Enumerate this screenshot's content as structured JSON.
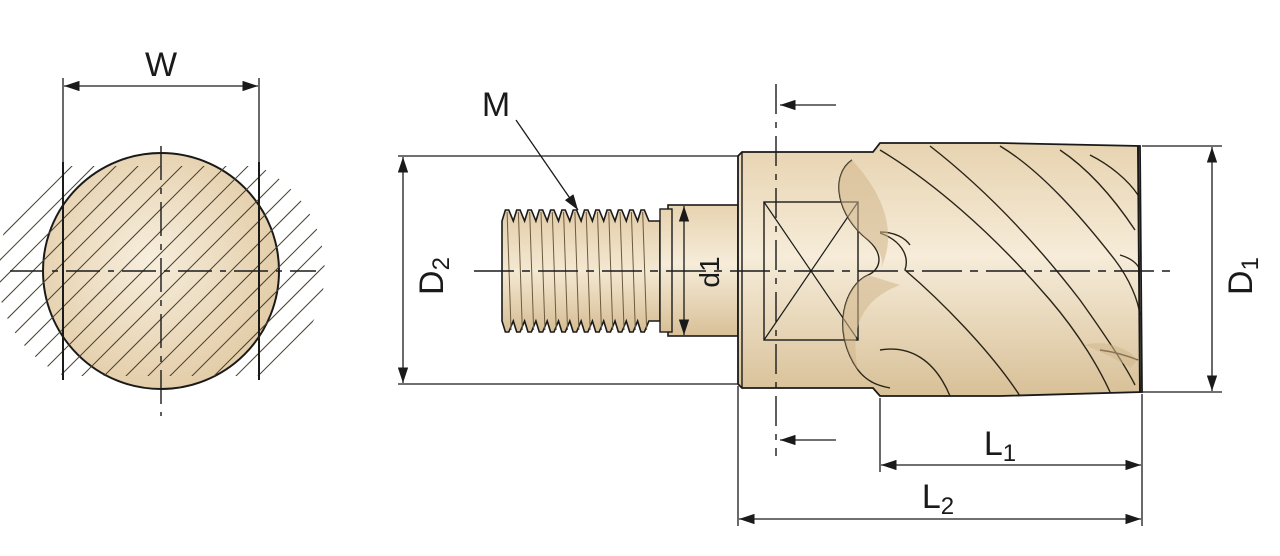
{
  "labels": {
    "w": "W",
    "m": "M",
    "d2_main": "D",
    "d2_sub": "2",
    "d1_small": "d1",
    "D1_main": "D",
    "D1_sub": "1",
    "l1_main": "L",
    "l1_sub": "1",
    "l2_main": "L",
    "l2_sub": "2"
  },
  "colors": {
    "line": "#1a1a1a",
    "material": "#f3e6cf",
    "material_shade": "#dfc9a4",
    "material_dark": "#c9ac7e"
  }
}
